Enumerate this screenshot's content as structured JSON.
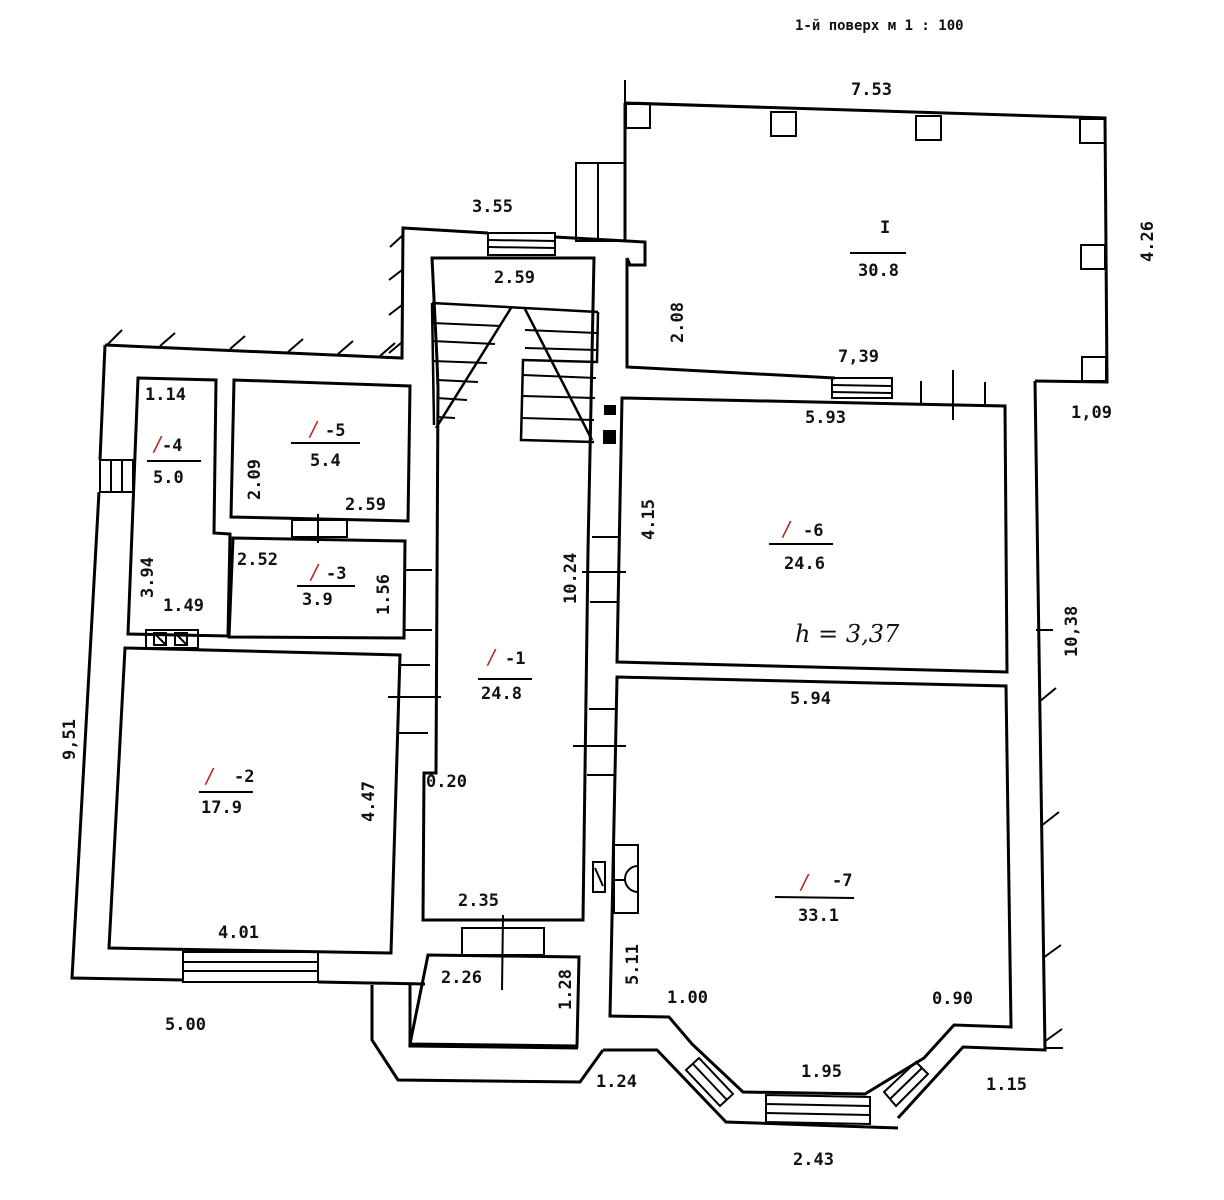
{
  "title": "1-й поверх м 1 : 100",
  "colors": {
    "line": "#000000",
    "room_prefix": "#b3261e",
    "background": "#ffffff"
  },
  "rooms": [
    {
      "id": "I",
      "prefix": "",
      "number": "I",
      "area": "30.8"
    },
    {
      "id": "1-1",
      "prefix": "/",
      "number": "-1",
      "area": "24.8"
    },
    {
      "id": "1-2",
      "prefix": "/",
      "number": "-2",
      "area": "17.9"
    },
    {
      "id": "1-3",
      "prefix": "/",
      "number": "-3",
      "area": "3.9"
    },
    {
      "id": "1-4",
      "prefix": "/",
      "number": "-4",
      "area": "5.0"
    },
    {
      "id": "1-5",
      "prefix": "/",
      "number": "-5",
      "area": "5.4"
    },
    {
      "id": "1-6",
      "prefix": "/",
      "number": "-6",
      "area": "24.6"
    },
    {
      "id": "1-7",
      "prefix": "/",
      "number": "-7",
      "area": "33.1"
    }
  ],
  "ceiling_height_note": "h = 3,37",
  "dimensions": {
    "veranda_top": "7.53",
    "veranda_right": "4.26",
    "veranda_left": "2.08",
    "veranda_bottom": "7,39",
    "stair_outer": "3.55",
    "stair_inner": "2.59",
    "r4_top": "1.14",
    "r4_side": "3.94",
    "r4_bottom": "1.49",
    "r5_side": "2.09",
    "r5_bottom": "2.59",
    "r3_top": "2.52",
    "r3_side": "1.56",
    "corridor_length": "10.24",
    "corridor_step": "0.20",
    "corridor_bottom": "2.35",
    "vestibule_width": "2.26",
    "vestibule_depth": "1.28",
    "r2_side": "4.47",
    "r2_bottom": "4.01",
    "left_outer": "9,51",
    "bottom_left_outer": "5.00",
    "r6_top": "5.93",
    "r6_side": "4.15",
    "r7_top": "5.94",
    "r7_side": "5.11",
    "bay_left": "1.00",
    "bay_right": "0.90",
    "bay_front": "1.95",
    "bay_outer": "2.43",
    "bay_outer_left": "1.24",
    "bay_outer_right": "1.15",
    "right_outer": "10,38",
    "right_offset": "1,09"
  }
}
